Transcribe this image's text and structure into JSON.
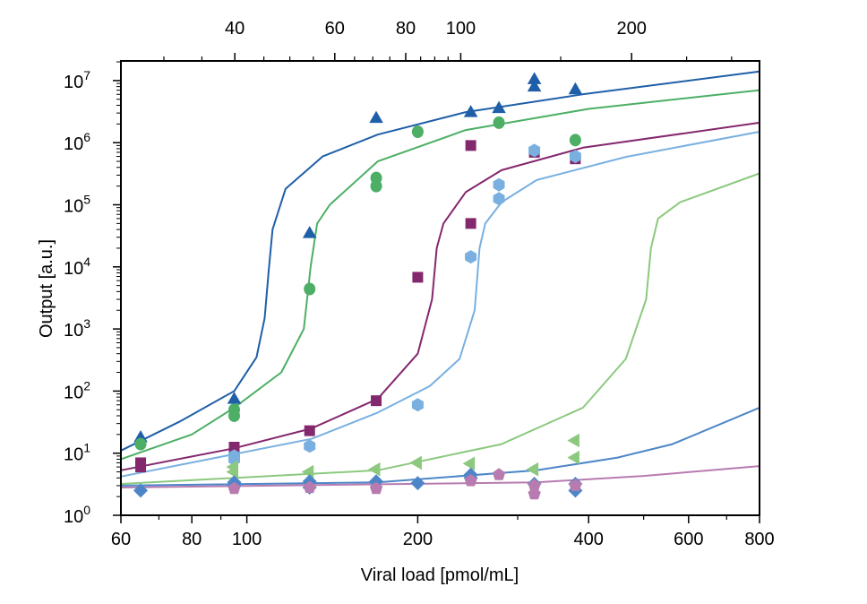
{
  "chart_data": {
    "type": "scatter",
    "title": "",
    "xlabel": "Viral load [pmol/mL]",
    "ylabel": "Output [a.u.]",
    "xscale": "log",
    "yscale": "log",
    "xlim": [
      60,
      800
    ],
    "ylim": [
      1,
      21000000
    ],
    "grid": false,
    "legend": "none",
    "x_ticks": [
      60,
      80,
      100,
      200,
      400,
      600,
      800
    ],
    "x_tick_labels": [
      "60",
      "80",
      "100",
      "200",
      "400",
      "600",
      "800"
    ],
    "x_minor_ticks": [
      70,
      90,
      300,
      500,
      700
    ],
    "y_ticks": [
      1,
      10,
      100,
      1000,
      10000,
      100000,
      1000000,
      10000000
    ],
    "y_tick_labels": [
      {
        "base": "10",
        "exp": "0"
      },
      {
        "base": "10",
        "exp": "1"
      },
      {
        "base": "10",
        "exp": "2"
      },
      {
        "base": "10",
        "exp": "3"
      },
      {
        "base": "10",
        "exp": "4"
      },
      {
        "base": "10",
        "exp": "5"
      },
      {
        "base": "10",
        "exp": "6"
      },
      {
        "base": "10",
        "exp": "7"
      }
    ],
    "top_axis": {
      "scale_factor": 0.42,
      "ticks": [
        40,
        60,
        80,
        100,
        200
      ],
      "tick_labels": [
        "40",
        "60",
        "80",
        "100",
        "200"
      ],
      "minor_ticks": [
        30,
        35,
        45,
        50,
        55,
        65,
        70,
        75,
        85,
        90,
        95,
        150,
        250,
        300
      ]
    },
    "series": [
      {
        "name": "series-1",
        "color": "#1f5fa8",
        "marker": "triangle-up",
        "points": [
          [
            65,
            18
          ],
          [
            95,
            75
          ],
          [
            129,
            35000
          ],
          [
            169,
            2500000
          ],
          [
            248,
            3100000
          ],
          [
            278,
            3600000
          ],
          [
            321,
            10500000
          ],
          [
            321,
            8000000
          ],
          [
            379,
            7200000
          ]
        ],
        "curve": [
          [
            60,
            11
          ],
          [
            76,
            32
          ],
          [
            95,
            100
          ],
          [
            104,
            350
          ],
          [
            107.5,
            1500
          ],
          [
            109.3,
            9000
          ],
          [
            111,
            40000
          ],
          [
            117,
            180000
          ],
          [
            136,
            600000
          ],
          [
            170,
            1350000
          ],
          [
            243,
            3100000
          ],
          [
            390,
            6000000
          ],
          [
            800,
            14000000
          ]
        ]
      },
      {
        "name": "series-2",
        "color": "#4caf65",
        "marker": "circle",
        "points": [
          [
            65,
            14
          ],
          [
            95,
            50
          ],
          [
            95,
            40
          ],
          [
            129,
            4400
          ],
          [
            169,
            270000
          ],
          [
            169,
            200000
          ],
          [
            200,
            1500000
          ],
          [
            278,
            2100000
          ],
          [
            379,
            1100000
          ]
        ],
        "curve": [
          [
            60,
            8
          ],
          [
            80,
            20
          ],
          [
            95,
            54
          ],
          [
            115,
            200
          ],
          [
            126,
            1000
          ],
          [
            129.5,
            10000
          ],
          [
            133,
            50000
          ],
          [
            140,
            100000
          ],
          [
            170,
            500000
          ],
          [
            243,
            1600000
          ],
          [
            400,
            3500000
          ],
          [
            800,
            7000000
          ]
        ]
      },
      {
        "name": "series-3",
        "color": "#84286e",
        "marker": "square",
        "points": [
          [
            65,
            7
          ],
          [
            65,
            6
          ],
          [
            95,
            12.5
          ],
          [
            129,
            23
          ],
          [
            169,
            70
          ],
          [
            200,
            6800
          ],
          [
            248,
            900000
          ],
          [
            248,
            50000
          ],
          [
            321,
            700000
          ],
          [
            379,
            550000
          ]
        ],
        "curve": [
          [
            60,
            5.3
          ],
          [
            95,
            12
          ],
          [
            130,
            25
          ],
          [
            170,
            75
          ],
          [
            200,
            400
          ],
          [
            212,
            3000
          ],
          [
            216,
            20000
          ],
          [
            222,
            50000
          ],
          [
            243,
            160000
          ],
          [
            281,
            360000
          ],
          [
            391,
            830000
          ],
          [
            800,
            2100000
          ]
        ]
      },
      {
        "name": "series-4",
        "color": "#79b0e0",
        "marker": "hexagon",
        "points": [
          [
            95,
            9
          ],
          [
            95,
            8
          ],
          [
            129,
            13
          ],
          [
            200,
            60
          ],
          [
            248,
            14500
          ],
          [
            278,
            210000
          ],
          [
            278,
            125000
          ],
          [
            321,
            750000
          ],
          [
            379,
            600000
          ]
        ],
        "curve": [
          [
            60,
            4.2
          ],
          [
            130,
            17
          ],
          [
            170,
            45
          ],
          [
            210,
            120
          ],
          [
            237,
            330
          ],
          [
            252,
            2000
          ],
          [
            257,
            20000
          ],
          [
            263,
            50000
          ],
          [
            281,
            110000
          ],
          [
            324,
            250000
          ],
          [
            465,
            590000
          ],
          [
            800,
            1500000
          ]
        ]
      },
      {
        "name": "series-5",
        "color": "#8cc97f",
        "marker": "triangle-left",
        "points": [
          [
            95,
            5
          ],
          [
            95,
            6
          ],
          [
            129,
            5
          ],
          [
            169,
            5.5
          ],
          [
            200,
            7
          ],
          [
            248,
            6.8
          ],
          [
            321,
            5.5
          ],
          [
            379,
            16
          ],
          [
            379,
            8.5
          ]
        ],
        "curve": [
          [
            60,
            3.2
          ],
          [
            170,
            5.3
          ],
          [
            281,
            14
          ],
          [
            391,
            54
          ],
          [
            465,
            330
          ],
          [
            505,
            3000
          ],
          [
            515,
            20000
          ],
          [
            530,
            60000
          ],
          [
            580,
            110000
          ],
          [
            800,
            320000
          ]
        ]
      },
      {
        "name": "series-6",
        "color": "#4d86c8",
        "marker": "diamond",
        "points": [
          [
            65,
            2.5
          ],
          [
            95,
            3
          ],
          [
            95,
            3.4
          ],
          [
            129,
            2.8
          ],
          [
            129,
            3.5
          ],
          [
            169,
            3.5
          ],
          [
            200,
            3.3
          ],
          [
            248,
            4.5
          ],
          [
            248,
            4
          ],
          [
            321,
            3.2
          ],
          [
            379,
            3.2
          ],
          [
            379,
            2.5
          ]
        ],
        "curve": [
          [
            60,
            3
          ],
          [
            170,
            3.4
          ],
          [
            324,
            5.3
          ],
          [
            450,
            8.5
          ],
          [
            562,
            14
          ],
          [
            800,
            54
          ]
        ]
      },
      {
        "name": "series-7",
        "color": "#b77bb0",
        "marker": "pentagon",
        "points": [
          [
            95,
            2.7
          ],
          [
            129,
            2.8
          ],
          [
            169,
            2.7
          ],
          [
            248,
            3.6
          ],
          [
            278,
            4.5
          ],
          [
            321,
            3
          ],
          [
            321,
            2.2
          ],
          [
            379,
            3
          ]
        ],
        "curve": [
          [
            60,
            2.8
          ],
          [
            324,
            3.4
          ],
          [
            500,
            4.3
          ],
          [
            800,
            6.2
          ]
        ]
      }
    ]
  }
}
